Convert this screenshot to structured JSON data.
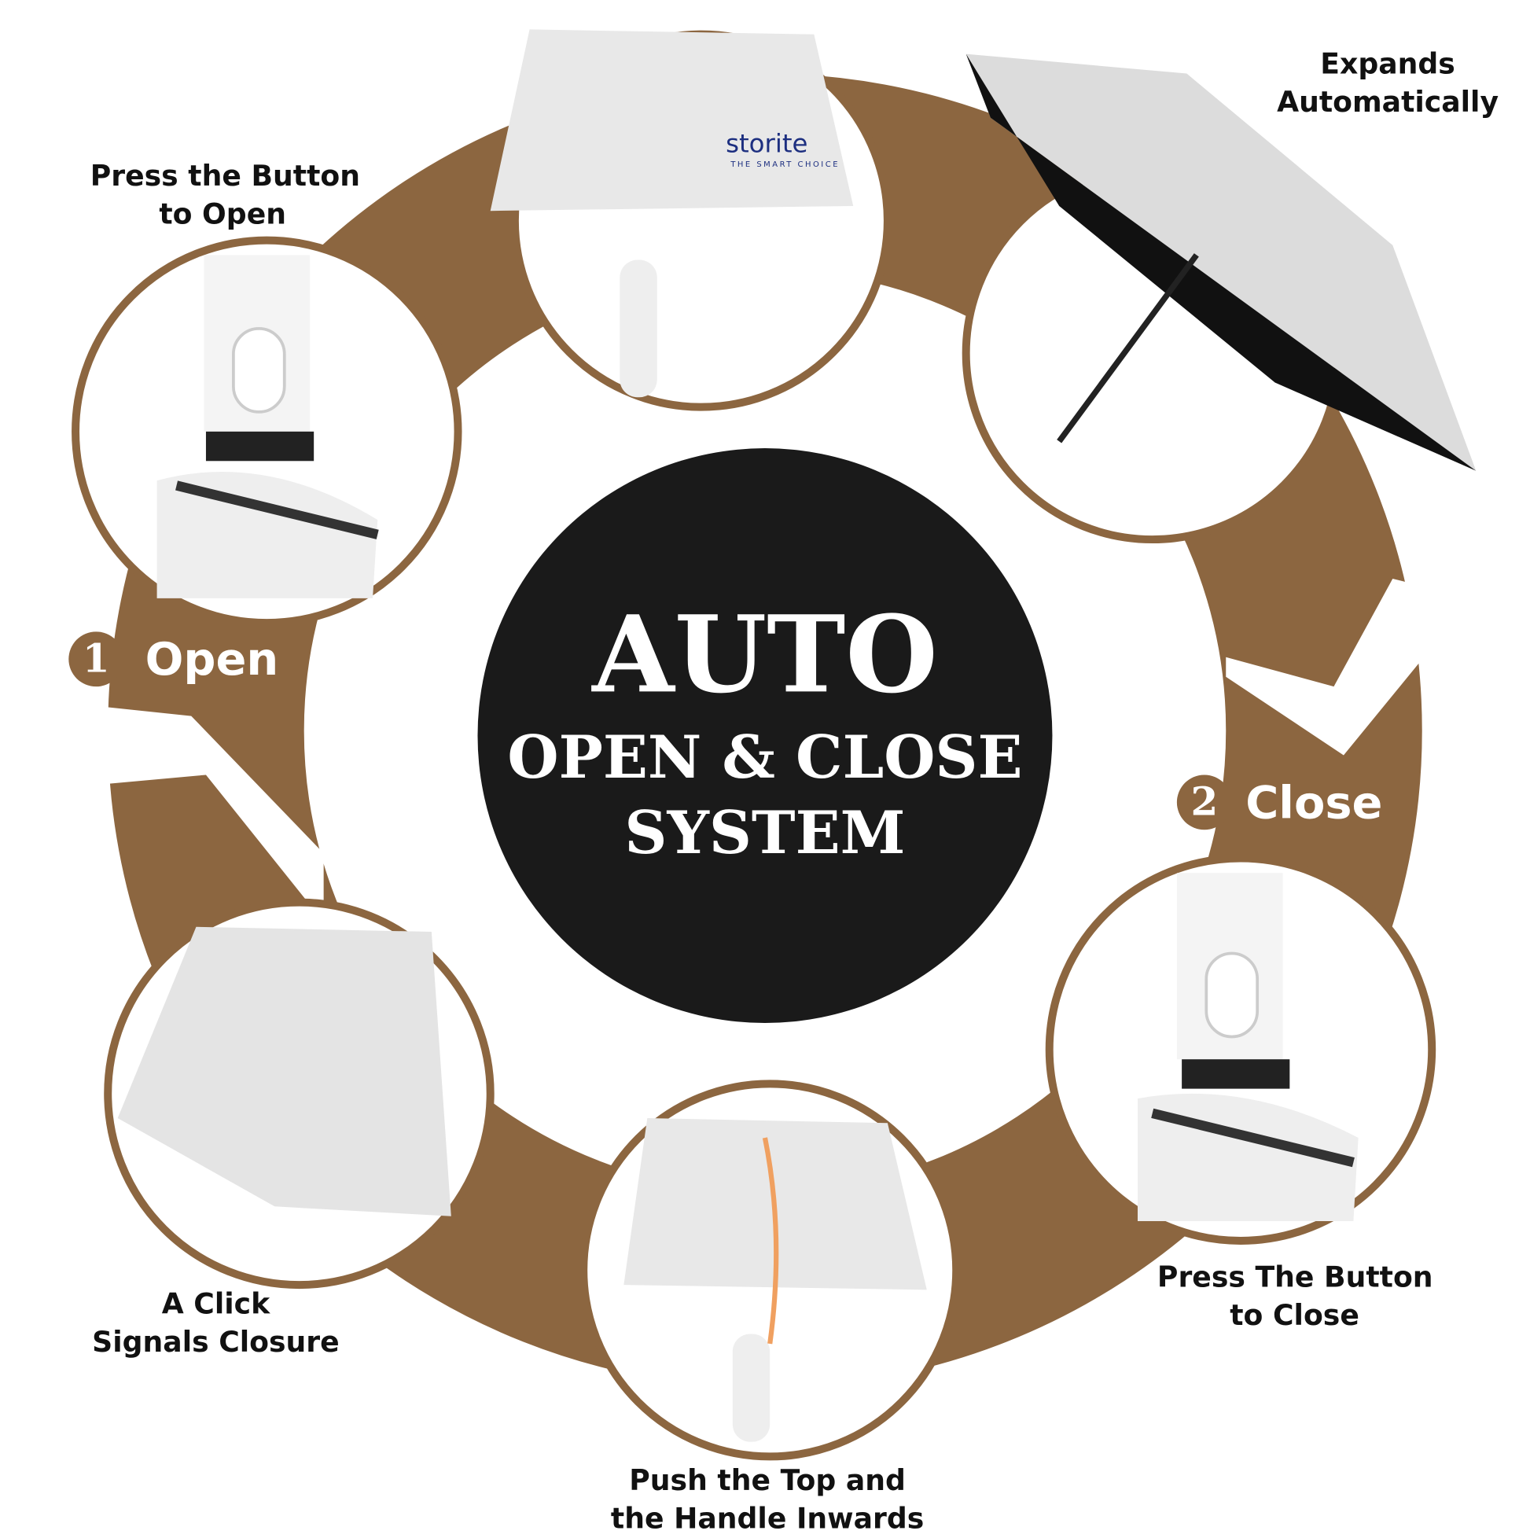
{
  "colors": {
    "ring": "#8c6640",
    "center": "#1a1a1a",
    "canopy": "#e6e6e6",
    "logo": "#1d2f80"
  },
  "center": {
    "line1": "AUTO",
    "line2": "OPEN & CLOSE",
    "line3": "SYSTEM"
  },
  "steps": [
    {
      "number": "1",
      "label": "Open"
    },
    {
      "number": "2",
      "label": "Close"
    }
  ],
  "captions": {
    "press_open": [
      "Press the Button",
      "to Open"
    ],
    "expands": [
      "Expands",
      "Automatically"
    ],
    "press_close": [
      "Press The Button",
      "to Close"
    ],
    "push": [
      "Push the Top and",
      "the Handle Inwards"
    ],
    "click": [
      "A Click",
      "Signals Closure"
    ]
  },
  "brand": {
    "logo": "storite",
    "tagline": "THE SMART CHOICE"
  }
}
